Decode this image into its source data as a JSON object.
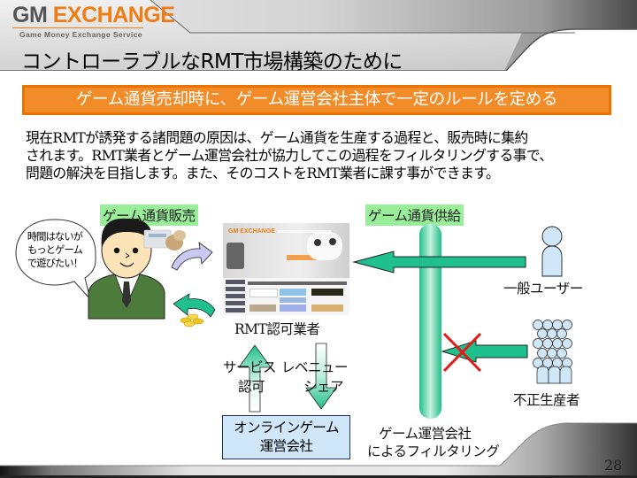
{
  "header": {
    "logo_gm": "GM",
    "logo_exchange": "EXCHANGE",
    "logo_tagline": "Game Money Exchange Service",
    "title": "コントローラブルなRMT市場構築のために"
  },
  "banner": {
    "text": "ゲーム通貨売却時に、ゲーム運営会社主体で一定のルールを定める"
  },
  "body": {
    "lines": [
      "現在RMTが誘発する諸問題の原因は、ゲーム通貨を生産する過程と、販売時に集約",
      "されます。RMT業者とゲーム運営会社が協力してこの過程をフィルタリングする事で、",
      "問題の解決を目指します。また、そのコストをRMT業者に課す事ができます。"
    ]
  },
  "diagram": {
    "label_sales": "ゲーム通貨販売",
    "label_supply": "ゲーム通貨供給",
    "bubble_lines": [
      "時間はないが",
      "もっとゲーム",
      "で遊びたい！"
    ],
    "rmt_label": "RMT認可業者",
    "thumbnail_logo": "GM EXCHANGE",
    "user_label": "一般ユーザー",
    "illegal_label": "不正生産者",
    "service_label_1": "サービス",
    "service_label_2": "認可",
    "revenue_label_1": "レベニュー",
    "revenue_label_2": "シェア",
    "company_line_1": "オンラインゲーム",
    "company_line_2": "運営会社",
    "filter_line_1": "ゲーム運営会社",
    "filter_line_2": "によるフィルタリング",
    "colors": {
      "arrow_green": "#1fc08e",
      "pillar_green": "#2ecc96",
      "arrow_lavender": "#c9c9f2",
      "person_blue": "#cfe7f8",
      "cross_red": "#e21a1a",
      "label_bg": "#99ee99",
      "banner_orange": "#f28c28"
    }
  },
  "footer": {
    "page_number": "28"
  }
}
